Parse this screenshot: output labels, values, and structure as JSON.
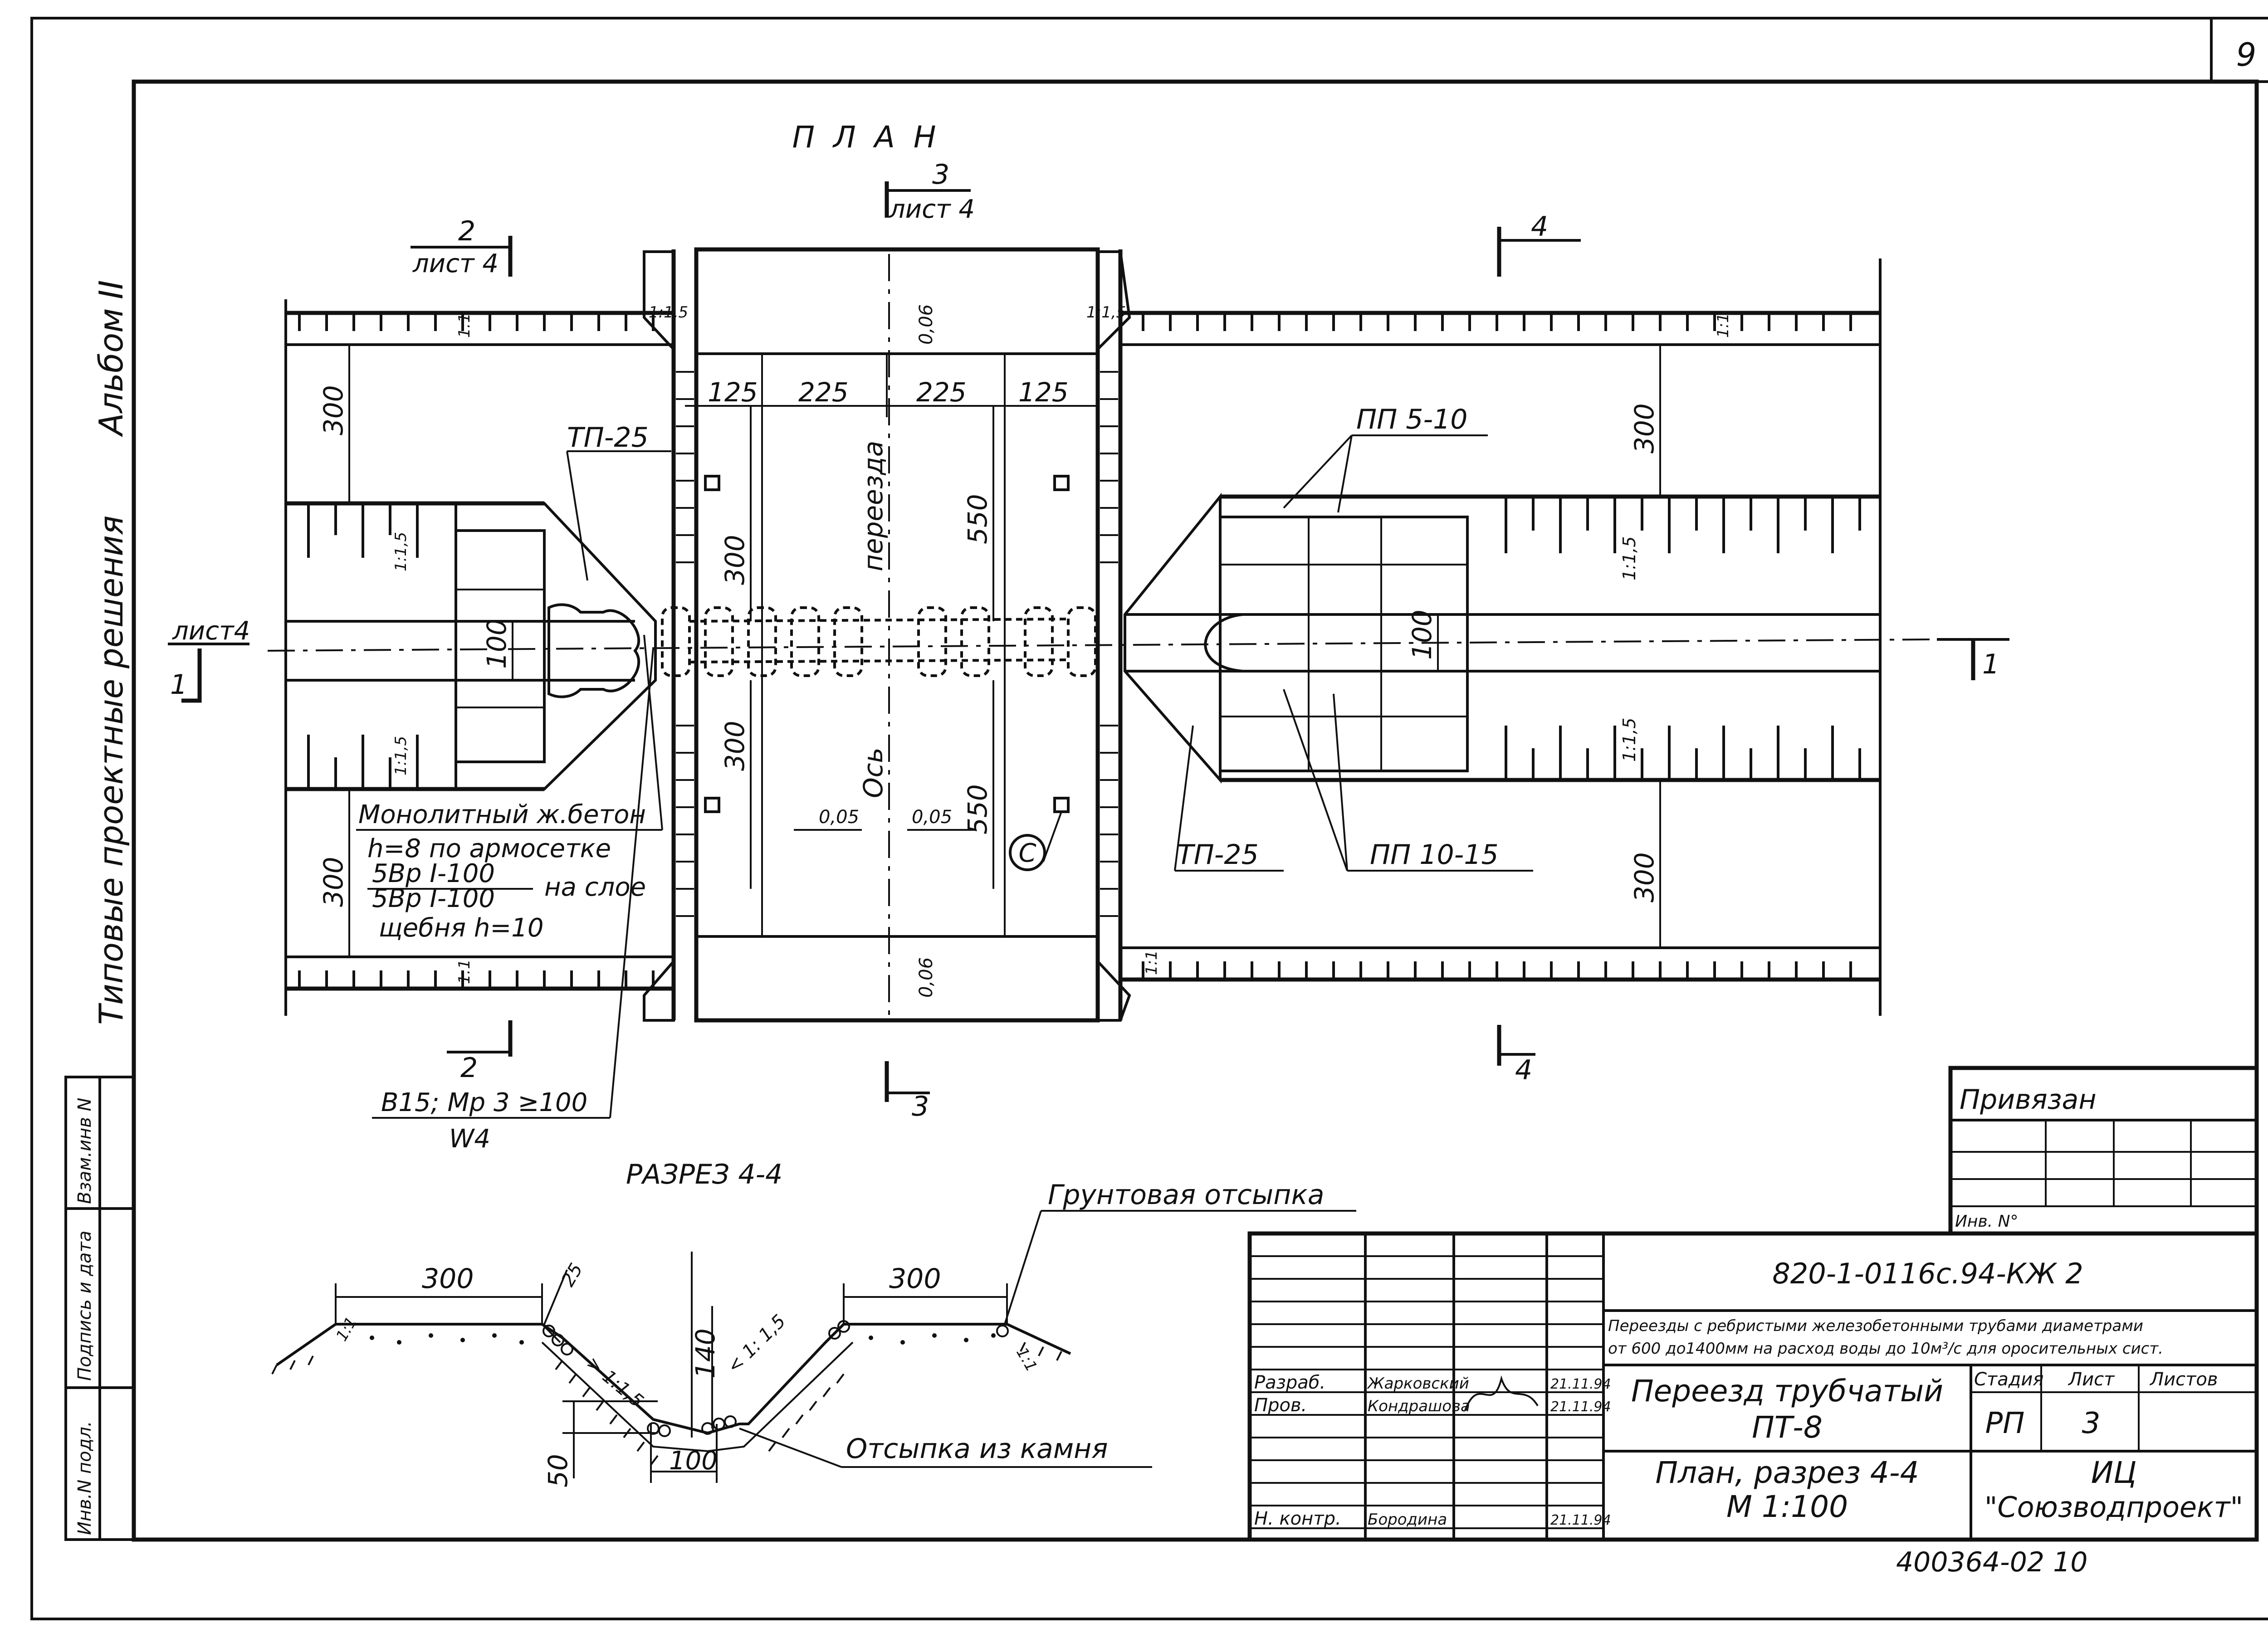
{
  "sheet_number": "9",
  "side_labels": {
    "album": "Альбом",
    "album_num": "II",
    "series": "Типовые проектные решения"
  },
  "left_stamp": {
    "col1": "Инв.N подл.",
    "col2": "Подпись и дата",
    "col3": "Взам.инв N"
  },
  "plan": {
    "title": "П Л А Н",
    "sect3_top_num": "3",
    "sect3_top_ref": "лист 4",
    "sect2_top_num": "2",
    "sect2_top_ref": "лист 4",
    "sect4_top_num": "4",
    "sect1_left_ref": "лист4",
    "sect1_left_num": "1",
    "sect1_right_num": "1",
    "sect2_bottom_num": "2",
    "sect3_bottom_num": "3",
    "sect4_bottom_num": "4",
    "slope_1_1": "1:1",
    "slope_1_15": "1:1,5",
    "slope_1_1_5": "1:1,5",
    "dim_125": "125",
    "dim_225": "225",
    "dim_300": "300",
    "dim_550": "550",
    "dim_100": "100",
    "dim_006": "0,06",
    "dim_005": "0,05",
    "axis_label": "Ось",
    "axis_label2": "переезда",
    "tp25": "ТП-25",
    "pp510": "ПП 5-10",
    "pp1015": "ПП 10-15",
    "c_label": "С",
    "note_line1": "Монолитный ж.бетон",
    "note_line2": "h=8 по армосетке",
    "note_line3": "5Вр I-100",
    "note_line4": "5Вр I-100",
    "note_line4b": "на слое",
    "note_line5": "щебня  h=10",
    "concrete1": "В15; Мр 3 ≥100",
    "concrete2": "W4"
  },
  "section": {
    "title": "РАЗРЕЗ 4-4",
    "soil_fill": "Грунтовая отсыпка",
    "stone_fill": "Отсыпка из камня",
    "dim_300": "300",
    "dim_25": "25",
    "dim_140": "140",
    "dim_50": "50",
    "dim_100": "100",
    "slope_a": "> 1:1,5",
    "slope_b": "< 1: 1,5",
    "slope_11": "1:1"
  },
  "title_block": {
    "privyazan": "Привязан",
    "inv": "Инв. N°",
    "doc_code": "820-1-0116с.94-КЖ 2",
    "desc1": "Переезды с ребристыми железобетонными трубами диаметрами",
    "desc2": "от 600 до1400мм  на расход воды до 10м³/с для оросительных сист.",
    "role1": "Разраб.",
    "name1": "Жарковский",
    "date1": "21.11.94",
    "role2": "Пров.",
    "name2": "Кондрашова",
    "date2": "21.11.94",
    "role3": "Н. контр.",
    "name3": "Бородина",
    "date3": "21.11.94",
    "object_title": "Переезд трубчатый",
    "object_code": "ПТ-8",
    "sheet_title": "План, разрез 4-4",
    "scale": "М 1:100",
    "stage_h": "Стадия",
    "list_h": "Лист",
    "lists_h": "Листов",
    "stage": "РП",
    "list": "3",
    "lists": "",
    "org1": "ИЦ",
    "org2": "\"Союзводпроект\""
  },
  "footer_code": "400364-02  10"
}
